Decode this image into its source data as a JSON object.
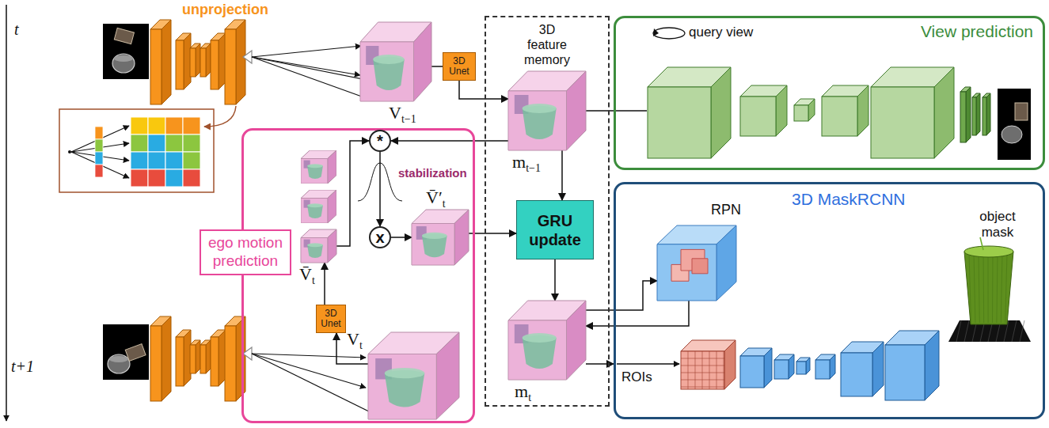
{
  "diagram": {
    "nodes": [
      {
        "text": [
          "V",
          "t−1"
        ]
      },
      {
        "text": [
          "3D Unet"
        ]
      },
      {
        "text": [
          "3D feature memory"
        ]
      },
      {
        "text": [
          "m",
          "t−1"
        ],
        "in": 2
      },
      {
        "text": [
          "GRU update"
        ],
        "in": 2
      },
      {
        "text": [
          "m",
          "t"
        ],
        "in": 2
      },
      {
        "text": [
          "View prediction"
        ]
      },
      {
        "text": [
          "3D MaskRCNN"
        ]
      },
      {
        "text": [
          "RPN"
        ],
        "in": 7
      },
      {
        "text": [
          "ego motion prediction"
        ]
      },
      {
        "text": [
          "*"
        ],
        "in": 9
      },
      {
        "text": [
          "x"
        ],
        "in": 9
      },
      {
        "text": [
          "V̄′",
          "t"
        ],
        "in": 9
      },
      {
        "text": [
          "3D Unet"
        ],
        "in": 9
      },
      {
        "text": [
          "V̄",
          "t"
        ],
        "in": 9
      },
      {
        "text": [
          "V",
          "t"
        ],
        "in": 9
      }
    ],
    "edges": [
      {
        "from": 0,
        "to": 1,
        "arrow": "none"
      },
      {
        "from": 1,
        "to": 3,
        "arrow": "to"
      },
      {
        "from": 3,
        "to": 10,
        "arrow": "to"
      },
      {
        "from": 10,
        "to": 11,
        "arrow": "to"
      },
      {
        "from": 11,
        "to": 12,
        "arrow": "to"
      },
      {
        "from": 12,
        "to": 4,
        "arrow": "to"
      },
      {
        "from": 3,
        "to": 4,
        "arrow": "to"
      },
      {
        "from": 4,
        "to": 5,
        "arrow": "to"
      },
      {
        "from": 3,
        "to": 6,
        "arrow": "none"
      },
      {
        "from": 5,
        "to": 8,
        "arrow": "to"
      },
      {
        "from": 8,
        "to": 5,
        "arrow": "to"
      },
      {
        "from": 5,
        "to": 7,
        "label": "ROIs",
        "arrow": "to"
      },
      {
        "from": 15,
        "to": 13,
        "arrow": "to"
      },
      {
        "from": 13,
        "to": 14,
        "arrow": "to"
      },
      {
        "from": 14,
        "to": 10,
        "arrow": "to"
      }
    ],
    "labels": [
      "unprojection",
      "t",
      "t+1",
      "stabilization",
      "query view",
      "object mask"
    ]
  }
}
